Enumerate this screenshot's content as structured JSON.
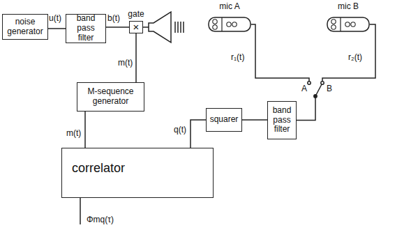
{
  "diagram": {
    "nodes": [
      {
        "text": [
          "noise generator"
        ]
      },
      {
        "text": [
          "band pass filter"
        ]
      },
      {
        "text": [
          "gate",
          "×"
        ]
      },
      {
        "text": [
          "mic A"
        ]
      },
      {
        "text": [
          "mic B"
        ]
      },
      {
        "text": [
          "M-sequence generator"
        ]
      },
      {
        "text": [
          "band pass filter"
        ]
      },
      {
        "text": [
          "squarer"
        ]
      },
      {
        "text": [
          "correlator"
        ]
      }
    ],
    "edges": [
      {
        "from": 0,
        "to": 1,
        "label": "u(t)",
        "arrow": "none"
      },
      {
        "from": 1,
        "to": 2,
        "label": "b(t)",
        "arrow": "none"
      },
      {
        "from": 5,
        "to": 2,
        "label": "m(t)",
        "arrow": "none"
      },
      {
        "from": 5,
        "to": 8,
        "label": "m(t)",
        "arrow": "none"
      },
      {
        "from": 7,
        "to": 8,
        "label": "q(t)",
        "arrow": "none"
      },
      {
        "from": 6,
        "to": 7,
        "arrow": "none"
      }
    ],
    "labels": [
      "r₁(t)",
      "r₂(t)",
      "A",
      "B",
      "Φmq(τ)"
    ]
  }
}
